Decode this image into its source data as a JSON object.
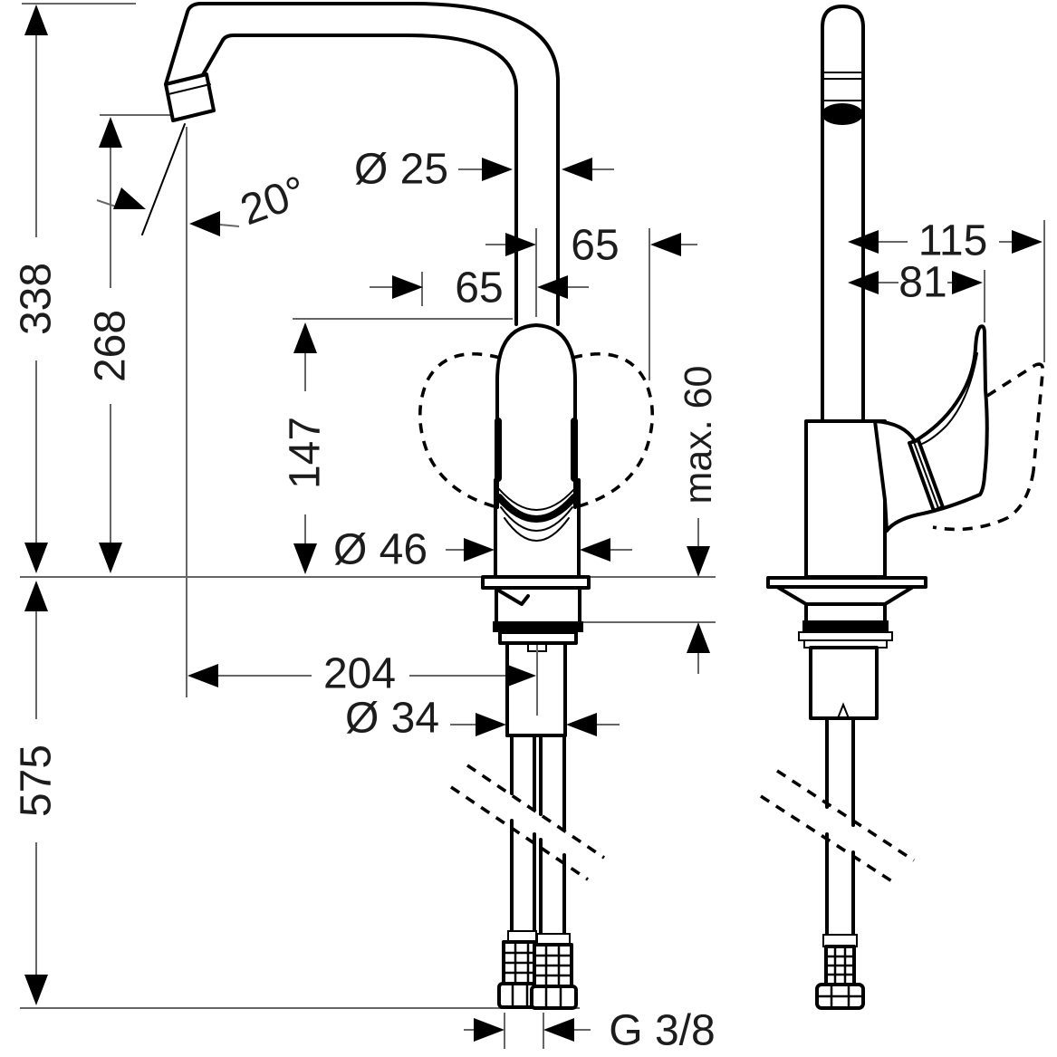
{
  "drawing": {
    "kind": "technical-dimension-drawing",
    "subject": "single-lever kitchen mixer tap, front and side elevation",
    "background_color": "#ffffff",
    "outline_color": "#000000",
    "dimension_line_color": "#666666",
    "text_color": "#1c1c1c"
  },
  "dimensions": {
    "total_height": "338",
    "spout_outlet_height": "268",
    "handle_top_height": "147",
    "below_counter_depth": "575",
    "spout_angle": "20°",
    "spout_pipe_diameter": "Ø 25",
    "handle_swing_right": "65",
    "handle_swing_left": "65",
    "body_diameter": "Ø 46",
    "spout_reach": "204",
    "shank_diameter": "Ø 34",
    "max_counter_thickness": "max. 60",
    "hose_connection_thread": "G 3/8",
    "handle_reach_raised": "115",
    "handle_reach": "81"
  }
}
